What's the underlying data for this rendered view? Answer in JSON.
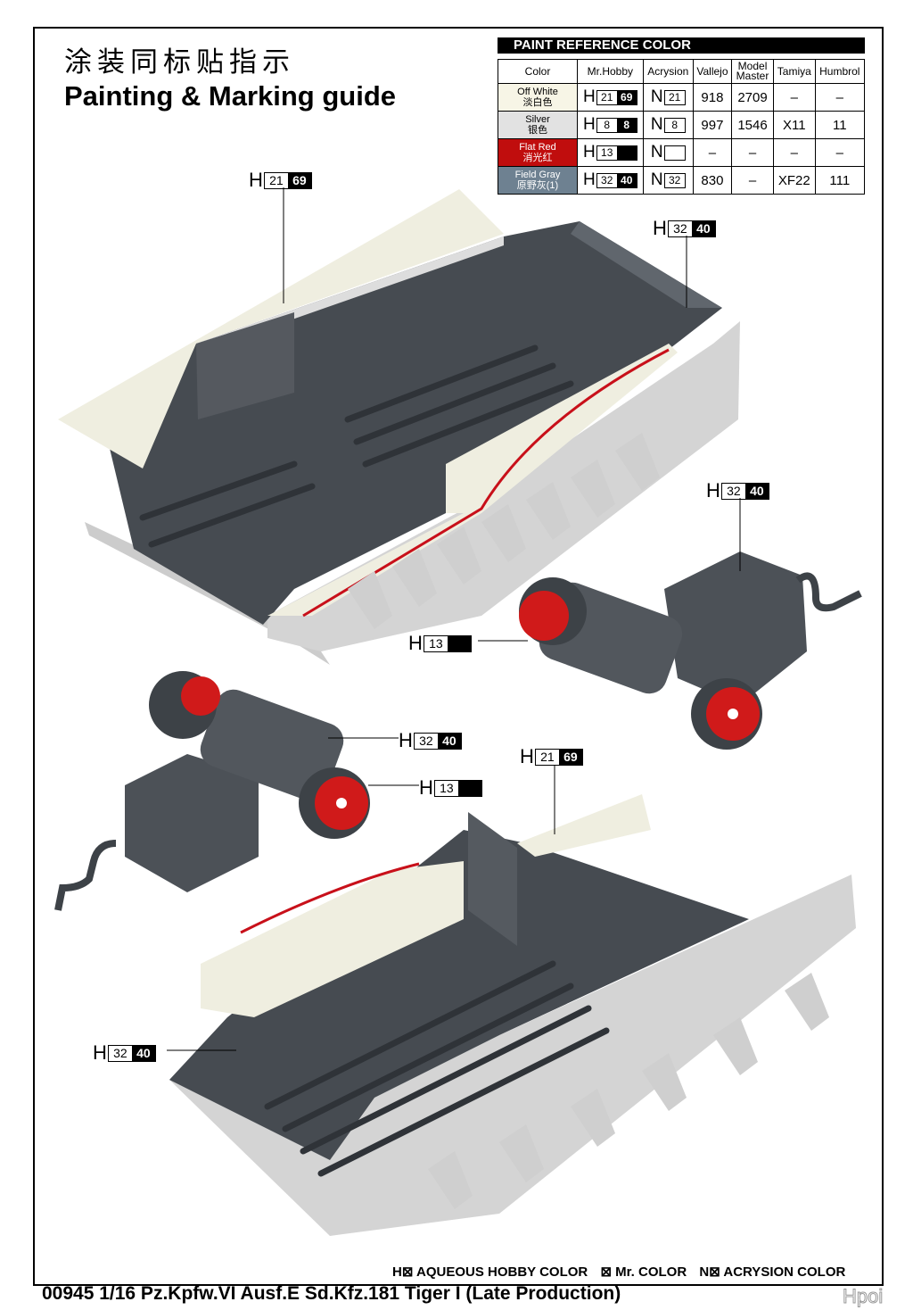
{
  "header": {
    "title_cn": "涂装同标贴指示",
    "title_en": "Painting & Marking guide"
  },
  "paint_table": {
    "title": "PAINT  REFERENCE COLOR",
    "columns": [
      "Color",
      "Mr.Hobby",
      "Acrysion",
      "Vallejo",
      "Model Master",
      "Tamiya",
      "Humbrol"
    ],
    "rows": [
      {
        "name": "Off White",
        "name_cn": "淡白色",
        "swatch": "#f7f5e6",
        "text_color": "#000",
        "h": [
          "21",
          "69"
        ],
        "n": "21",
        "vallejo": "918",
        "model_master": "2709",
        "tamiya": "–",
        "humbrol": "–"
      },
      {
        "name": "Silver",
        "name_cn": "银色",
        "swatch": "#e2e2e2",
        "text_color": "#000",
        "h": [
          "8",
          "8"
        ],
        "n": "8",
        "vallejo": "997",
        "model_master": "1546",
        "tamiya": "X11",
        "humbrol": "11"
      },
      {
        "name": "Flat Red",
        "name_cn": "消光红",
        "swatch": "#c00d0d",
        "text_color": "#fff",
        "h": [
          "13",
          ""
        ],
        "n": "",
        "vallejo": "–",
        "model_master": "–",
        "tamiya": "–",
        "humbrol": "–"
      },
      {
        "name": "Field Gray",
        "name_cn": "原野灰(1)",
        "swatch": "#6e8191",
        "text_color": "#fff",
        "h": [
          "32",
          "40"
        ],
        "n": "32",
        "vallejo": "830",
        "model_master": "–",
        "tamiya": "XF22",
        "humbrol": "111"
      }
    ]
  },
  "callouts": [
    {
      "prefix": "H",
      "a": "21",
      "b": "69"
    },
    {
      "prefix": "H",
      "a": "32",
      "b": "40"
    },
    {
      "prefix": "H",
      "a": "32",
      "b": "40"
    },
    {
      "prefix": "H",
      "a": "13",
      "b": ""
    },
    {
      "prefix": "H",
      "a": "32",
      "b": "40"
    },
    {
      "prefix": "H",
      "a": "13",
      "b": ""
    },
    {
      "prefix": "H",
      "a": "21",
      "b": "69"
    },
    {
      "prefix": "H",
      "a": "32",
      "b": "40"
    }
  ],
  "footer": {
    "legend": [
      "H⊠ AQUEOUS HOBBY COLOR",
      "⊠ Mr. COLOR",
      "N⊠ ACRYSION COLOR"
    ],
    "title": "00945 1/16  Pz.Kpfw.VI Ausf.E Sd.Kfz.181 Tiger I (Late Production)",
    "watermark": "Hpoi"
  },
  "colors": {
    "off_white": "#efeee0",
    "hull_gray": "#d6d6d6",
    "interior": "#474c52",
    "red": "#c8101a"
  }
}
